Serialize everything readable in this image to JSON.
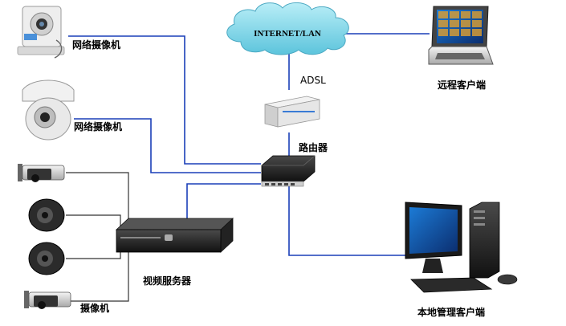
{
  "cloud": {
    "label": "INTERNET/LAN"
  },
  "adsl": {
    "label": "ADSL"
  },
  "router": {
    "label": "路由器"
  },
  "remote_client": {
    "label": "远程客户端"
  },
  "local_client": {
    "label": "本地管理客户端"
  },
  "video_server": {
    "label": "视频服务器"
  },
  "network_camera_1": {
    "label": "网络摄像机"
  },
  "network_camera_2": {
    "label": "网络摄像机"
  },
  "analog_cameras": {
    "label": "摄像机"
  },
  "colors": {
    "network_line": "#1a3fb8",
    "analog_line": "#333333",
    "cloud": "#7ed6e8"
  }
}
